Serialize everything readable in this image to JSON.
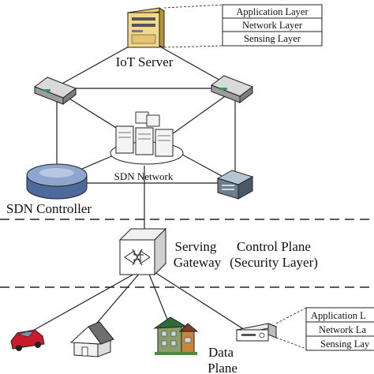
{
  "labels": {
    "iot_server": "IoT Server",
    "sdn_network": "SDN Network",
    "sdn_controller": "SDN Controller",
    "serving": "Serving",
    "gateway": "Gateway",
    "control_plane": "Control Plane",
    "security_layer": "(Security Layer)",
    "data": "Data",
    "plane": "Plane"
  },
  "server_layers": [
    "Application Layer",
    "Network Layer",
    "Sensing Layer"
  ],
  "device_layers": [
    "Application L",
    "Network La",
    "Sensing Lay"
  ],
  "colors": {
    "line": "#222222",
    "server_body": "#f2d98a",
    "router_top": "#d9d9d9",
    "controller": "#8fa6cc",
    "house_roof": "#6e6e6e",
    "car": "#c81c2c",
    "building_roof": "#2e6a3a"
  }
}
